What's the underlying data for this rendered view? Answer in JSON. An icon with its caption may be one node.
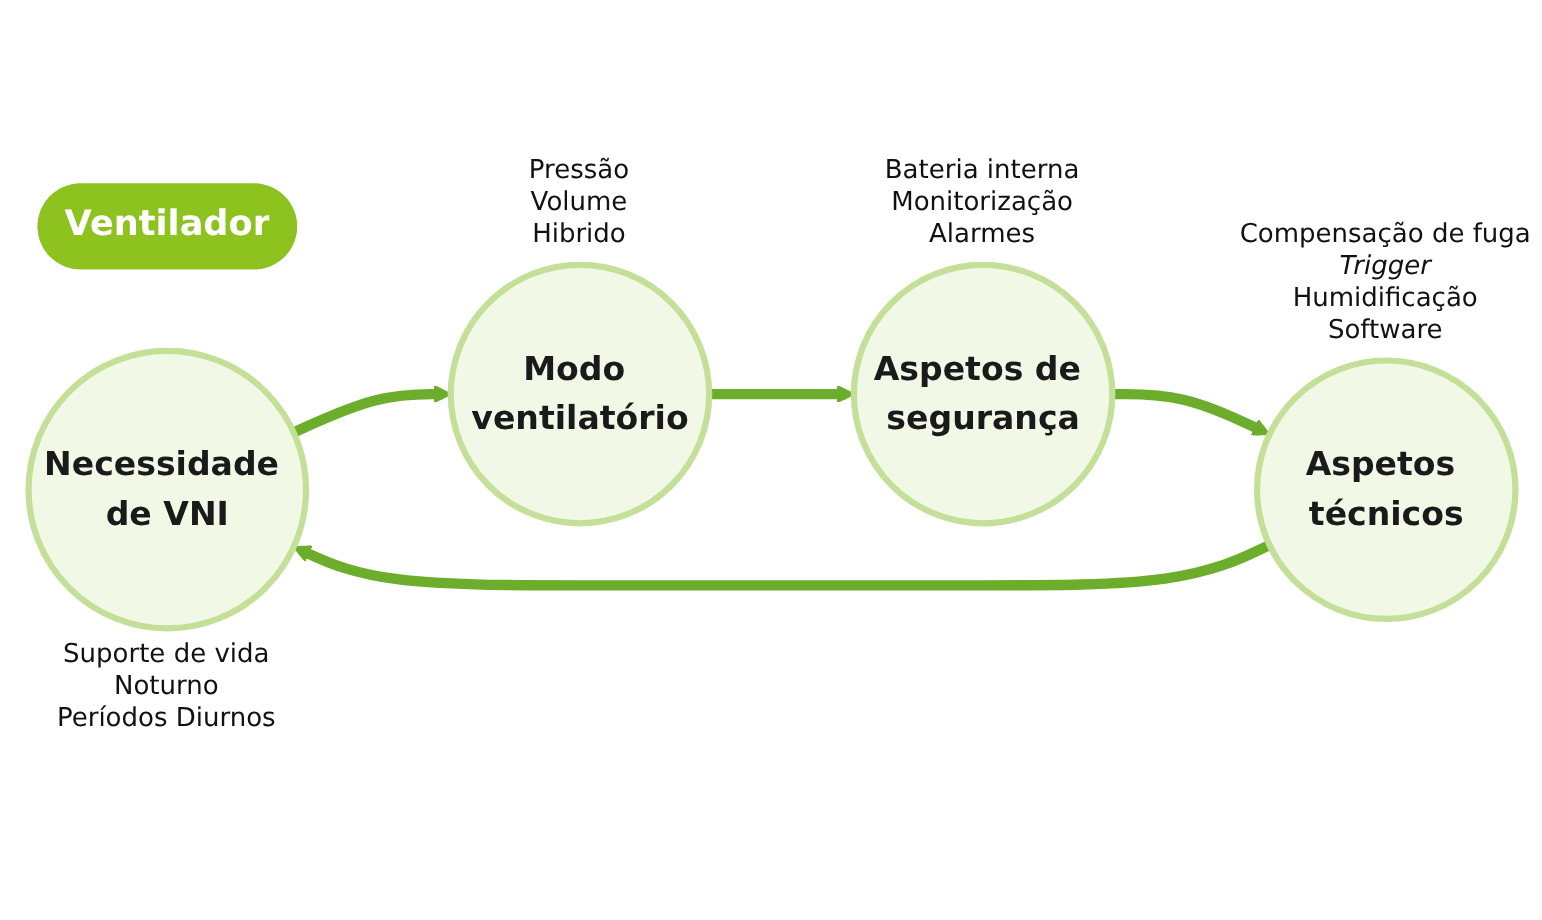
{
  "diagram": {
    "nodes": [
      {
        "text": [
          "Ventilador"
        ]
      },
      {
        "text": [
          "Necessidade de VNI"
        ],
        "beside": [
          "Suporte de vida",
          "Noturno",
          "Períodos Diurnos"
        ]
      },
      {
        "text": [
          "Modo ventilatório"
        ],
        "beside": [
          "Pressão",
          "Volume",
          "Hibrido"
        ]
      },
      {
        "text": [
          "Aspetos de segurança"
        ],
        "beside": [
          "Bateria interna",
          "Monitorização",
          "Alarmes"
        ]
      },
      {
        "text": [
          "Aspetos técnicos"
        ],
        "beside": [
          "Compensação de fuga",
          "Trigger",
          "Humidificação",
          "Software"
        ]
      }
    ],
    "edges": [
      {
        "from": 1,
        "to": 2,
        "arrow": "to"
      },
      {
        "from": 2,
        "to": 3,
        "arrow": "to"
      },
      {
        "from": 3,
        "to": 4,
        "arrow": "to"
      },
      {
        "from": 4,
        "to": 1,
        "arrow": "to"
      }
    ]
  }
}
